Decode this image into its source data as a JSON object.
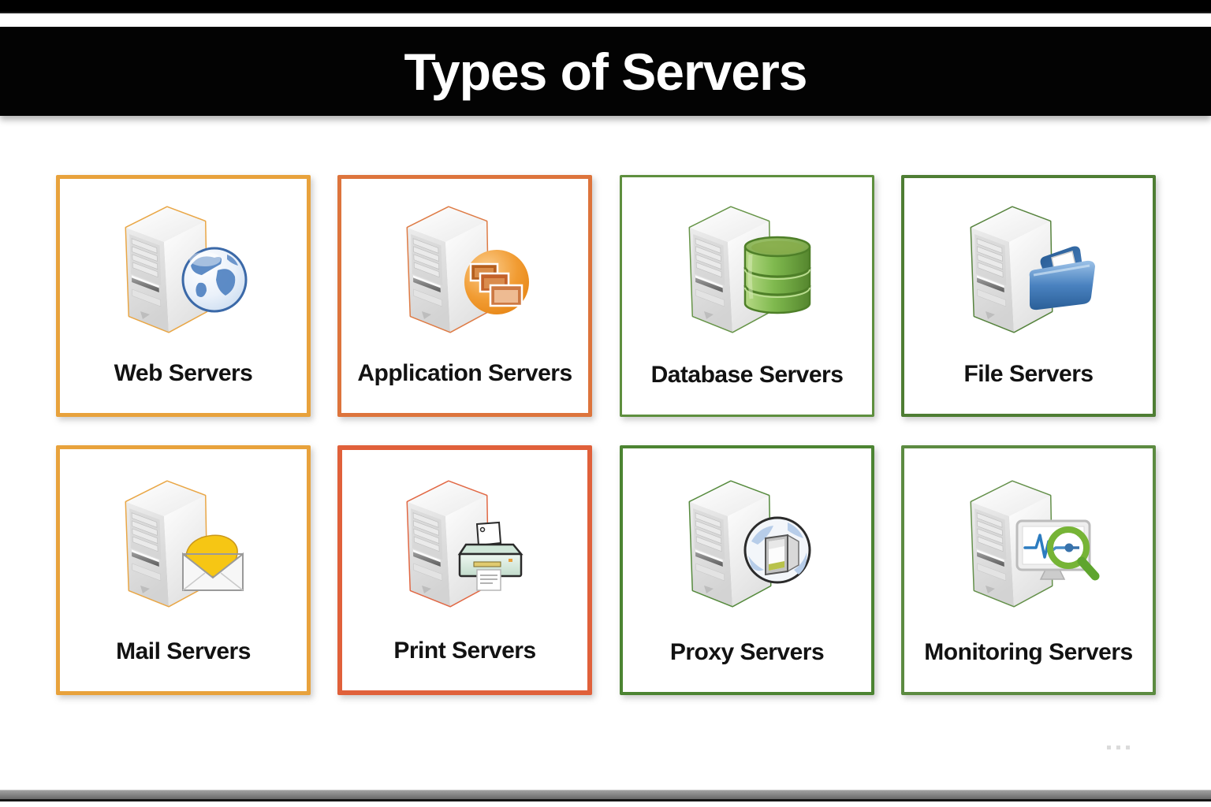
{
  "header": {
    "title": "Types of Servers"
  },
  "cards": [
    {
      "label": "Web Servers",
      "icon": "globe",
      "border": "#E8A23C",
      "border_width": "5px"
    },
    {
      "label": "Application Servers",
      "icon": "app-windows",
      "border": "#DD743C",
      "border_width": "5px"
    },
    {
      "label": "Database Servers",
      "icon": "database-cylinders",
      "border": "#5E8F3E",
      "border_width": "3px"
    },
    {
      "label": "File Servers",
      "icon": "open-folder",
      "border": "#4E7D33",
      "border_width": "4px"
    },
    {
      "label": "Mail Servers",
      "icon": "envelope",
      "border": "#E8A23C",
      "border_width": "5px"
    },
    {
      "label": "Print Servers",
      "icon": "printer",
      "border": "#E0603A",
      "border_width": "6px"
    },
    {
      "label": "Proxy Servers",
      "icon": "globe-open-box",
      "border": "#4C8432",
      "border_width": "4px"
    },
    {
      "label": "Monitoring Servers",
      "icon": "monitor-magnifier",
      "border": "#5C8B41",
      "border_width": "4px"
    }
  ],
  "colors": {
    "title_bar_bg": "#000000",
    "title_text": "#FFFFFF",
    "page_bg": "#FFFFFF",
    "footer_bar": "#7E7E7E",
    "label_text": "#121212"
  }
}
